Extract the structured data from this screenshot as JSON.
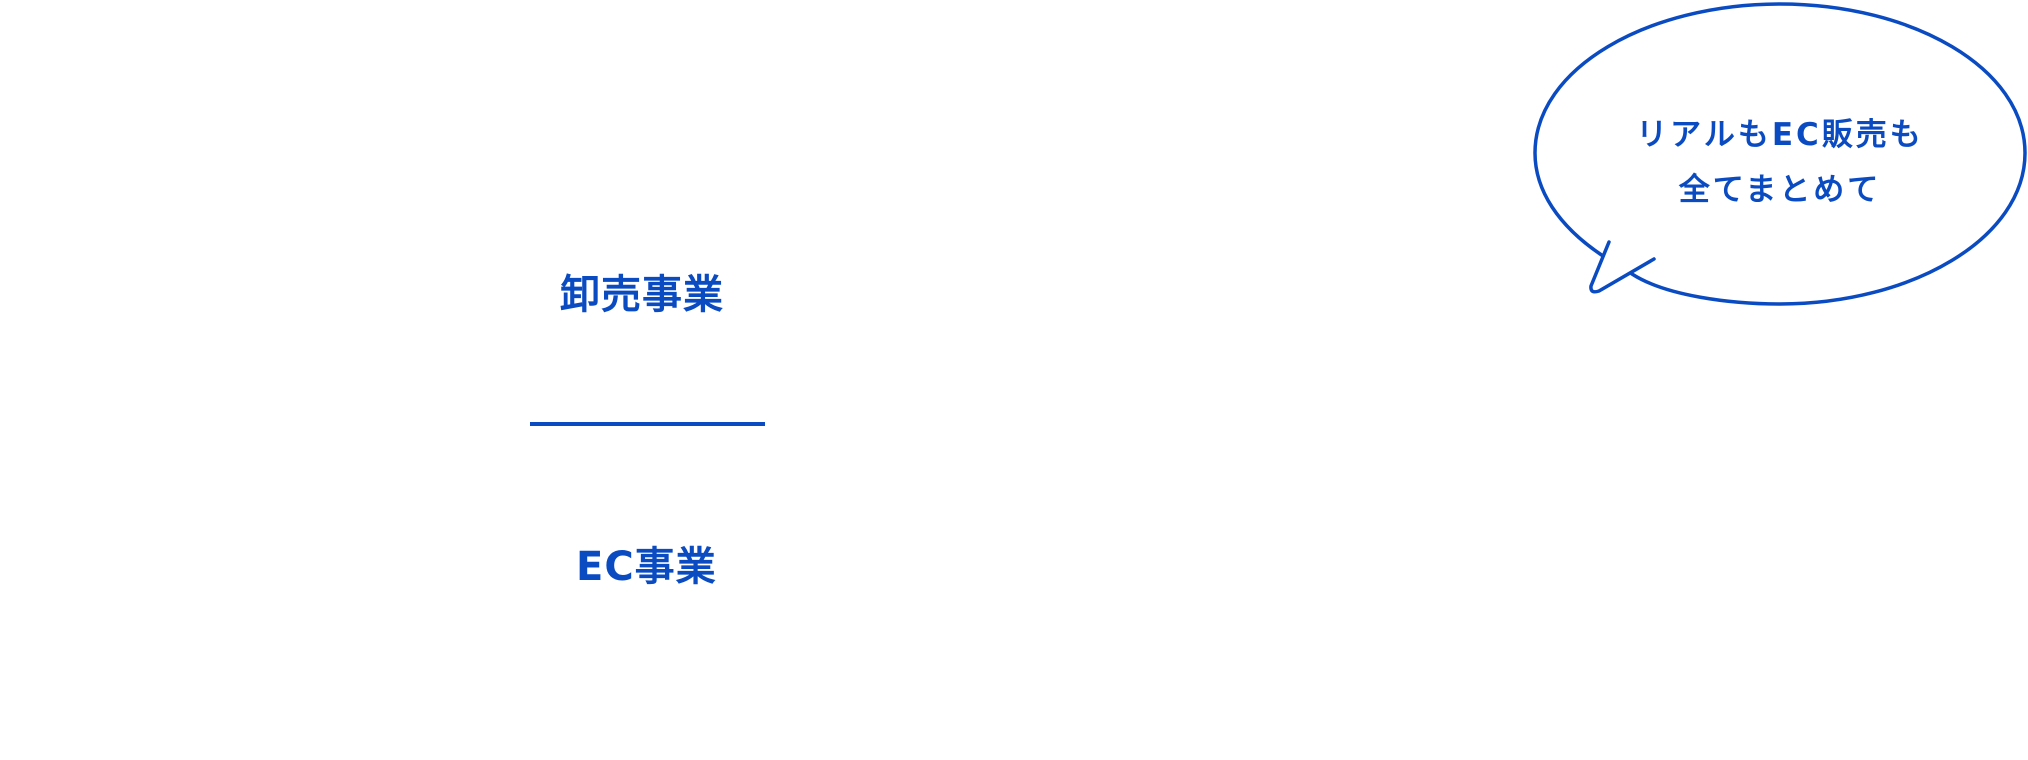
{
  "business": {
    "wholesale_label": "卸売事業",
    "ec_label": "EC事業"
  },
  "speech_bubble": {
    "line1": "リアルもEC販売も",
    "line2": "全てまとめて"
  },
  "colors": {
    "accent": "#0a4bc2",
    "background": "#ffffff"
  }
}
